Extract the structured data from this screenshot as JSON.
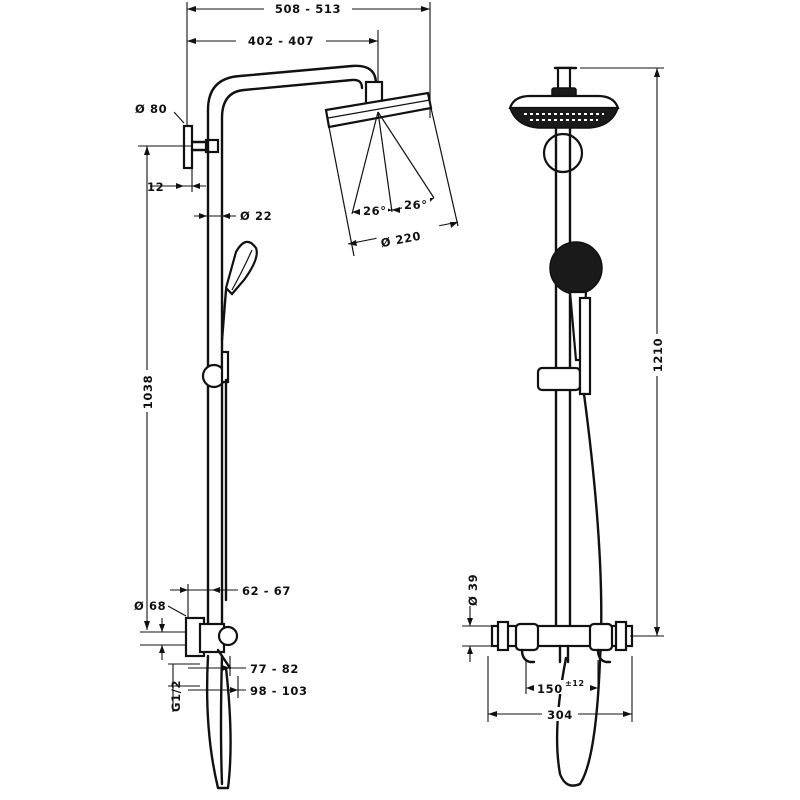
{
  "side_view": {
    "overall_width": "508 - 513",
    "arm_length": "402 - 407",
    "wall_flange_diameter": "Ø 80",
    "wall_offset": "12",
    "pipe_diameter": "Ø 22",
    "spray_angle_left": "26°",
    "spray_angle_right": "26°",
    "head_diameter": "Ø 220",
    "height_to_bracket": "1038",
    "mixer_projection": "62 - 67",
    "mixer_body_diameter": "Ø 68",
    "inlet_thread": "G1/2",
    "handle_projection_1": "77 - 82",
    "handle_projection_2": "98 - 103"
  },
  "front_view": {
    "mixer_diameter": "Ø 39",
    "total_height": "1210",
    "inlet_spacing": "150",
    "inlet_spacing_tolerance": "±12",
    "mixer_width": "304"
  }
}
